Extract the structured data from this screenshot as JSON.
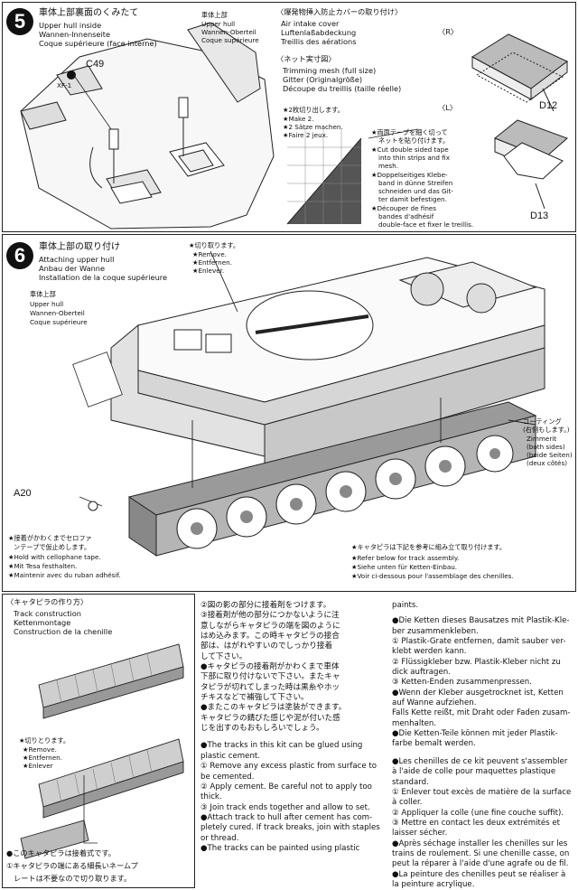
{
  "step5": {
    "number": "5",
    "title_ja": "車体上部裏面のくみたて",
    "title_en": "Upper hull inside",
    "title_de": "Wannen-Innenseite",
    "title_fr": "Coque supérieure (face interne)",
    "part_c49": "C49",
    "paint_xf1": "XF-1",
    "upper_hull_ja": "車体上部",
    "upper_hull_en": "Upper hull",
    "upper_hull_de": "Wannen-Oberteil",
    "upper_hull_fr": "Coque supérieure",
    "cover_ja": "〈爆発物挿入防止カバーの取り付け〉",
    "cover_en": "Air intake cover",
    "cover_de": "Luftenlaßabdeckung",
    "cover_fr": "Treillis des aérations",
    "mesh_ja": "〈ネット実寸図〉",
    "mesh_en": "Trimming mesh (full size)",
    "mesh_de": "Gitter (Originalgröße)",
    "mesh_fr": "Découpe du treillis (taille réelle)",
    "make2_ja": "★2枚切り出します。",
    "make2_en": "★Make 2.",
    "make2_de": "★2 Sätze machen.",
    "make2_fr": "★Faire 2 jeux.",
    "tape_ja1": "★両面テープを細く切って",
    "tape_ja2": "ネットを貼り付けます。",
    "tape_en1": "★Cut double sided tape",
    "tape_en2": "into thin strips and fix",
    "tape_en3": "mesh.",
    "tape_de1": "★Doppelseitiges Klebe-",
    "tape_de2": "band in dünne Streifen",
    "tape_de3": "schneiden und das Git-",
    "tape_de4": "ter damit befestigen.",
    "tape_fr1": "★Découper de fines",
    "tape_fr2": "bandes d'adhésif",
    "tape_fr3": "double-face et fixer le treillis.",
    "r_label": "〈R〉",
    "l_label": "〈L〉",
    "d12": "D12",
    "d13": "D13"
  },
  "step6": {
    "number": "6",
    "title_ja": "車体上部の取り付け",
    "title_en": "Attaching upper hull",
    "title_de": "Anbau der Wanne",
    "title_fr": "Installation de la coque supérieure",
    "remove_ja": "★切り取ります。",
    "remove_en": "★Remove.",
    "remove_de": "★Entfernen.",
    "remove_fr": "★Enlever.",
    "upper_hull_ja": "車体上部",
    "upper_hull_en": "Upper hull",
    "upper_hull_de": "Wannen-Oberteil",
    "upper_hull_fr": "Coque supérieure",
    "coating_ja1": "コーティング",
    "coating_ja2": "(右側もします。)",
    "coating_en1": "Zimmerit",
    "coating_en2": "(both sides)",
    "coating_de": "(beide Seiten)",
    "coating_fr": "(deux côtés)",
    "part_a20": "A20",
    "hold_ja1": "★接着がかわくまでセロファ",
    "hold_ja2": "ンテープで仮止めします。",
    "hold_en": "★Hold with cellophane tape.",
    "hold_de": "★Mit Tesa festhalten.",
    "hold_fr": "★Maintenir avec du ruban adhésif.",
    "track_ref_ja": "★キャタピラは下記を参考に組み立て取り付けます。",
    "track_ref_en": "★Refer below for track assembly.",
    "track_ref_de": "★Siehe unten für Ketten-Einbau.",
    "track_ref_fr": "★Voir ci-dessous pour l'assemblage des chenilles."
  },
  "track": {
    "title_ja": "〈キャタピラの作り方〉",
    "title_en": "Track construction",
    "title_de": "Kettenmontage",
    "title_fr": "Construction de la chenille",
    "remove_ja": "★切りとります。",
    "remove_en": "★Remove.",
    "remove_de": "★Entfernen.",
    "remove_fr": "★Enlever",
    "note_ja1": "●このキャタピラは接着式です。",
    "note_ja2": "①キャタピラの端にある細長いネームプ",
    "note_ja3": "レートは不要なので切り取ります。",
    "col2_ja": [
      "②図の影の部分に接着剤をつけます。",
      "③接着剤が他の部分につかないように注",
      "意しながらキャタピラの端を図のように",
      "はめ込みます。この時キャタピラの接合",
      "部は、はがれやすいのでしっかり接着",
      "して下さい。",
      "●キャタピラの接着剤がかわくまで車体",
      "下部に取り付けないで下さい。またキャ",
      "タピラが切れてしまった時は黒糸やホッ",
      "チキスなどで補強して下さい。",
      "●またこのキャタピラは塗装ができます。",
      "キャタピラの錆びた感じや泥が付いた感",
      "じを出すのもおもしろいでしょう。"
    ],
    "col2_en": [
      "●The tracks in this kit can be glued using",
      "plastic cement.",
      "① Remove any excess plastic from surface to",
      "be cemented.",
      "② Apply cement. Be careful not to apply too",
      "thick.",
      "③ Join track ends together and allow to set.",
      "●Attach track to hull after cement has com-",
      "pletely cured. If track breaks, join with staples",
      "or thread.",
      "●The tracks can be painted using plastic"
    ],
    "col3_en_end": "paints.",
    "col3_de": [
      "●Die Ketten dieses Bausatzes mit Plastik-Kle-",
      "ber zusammenkleben.",
      "① Plastik-Grate entfernen, damit sauber ver-",
      "klebt werden kann.",
      "② Flüssigkleber bzw. Plastik-Kleber nicht zu",
      "dick auftragen.",
      "③ Ketten-Enden zusammenpressen.",
      "●Wenn der Kleber ausgetrocknet ist, Ketten",
      "auf Wanne aufziehen.",
      "Falls Kette reißt, mit Draht oder Faden zusam-",
      "menhalten.",
      "●Die Ketten-Teile können mit jeder Plastik-",
      "farbe bemalt werden."
    ],
    "col3_fr": [
      "●Les chenilles de ce kit peuvent s'assembler",
      "à l'aide de colle pour maquettes plastique",
      "standard.",
      "① Enlever tout excès de matière de la surface",
      "à coller.",
      "② Appliquer la colle (une fine couche suffit).",
      "③ Mettre en contact les deux extrémités et",
      "laisser sécher.",
      "●Après séchage installer les chenilles sur les",
      "trains de roulement. Si une chenille casse, on",
      "peut la réparer à l'aide d'une agrafe ou de fil.",
      "●La peinture des chenilles peut se réaliser à",
      "la peinture acrylique."
    ]
  }
}
